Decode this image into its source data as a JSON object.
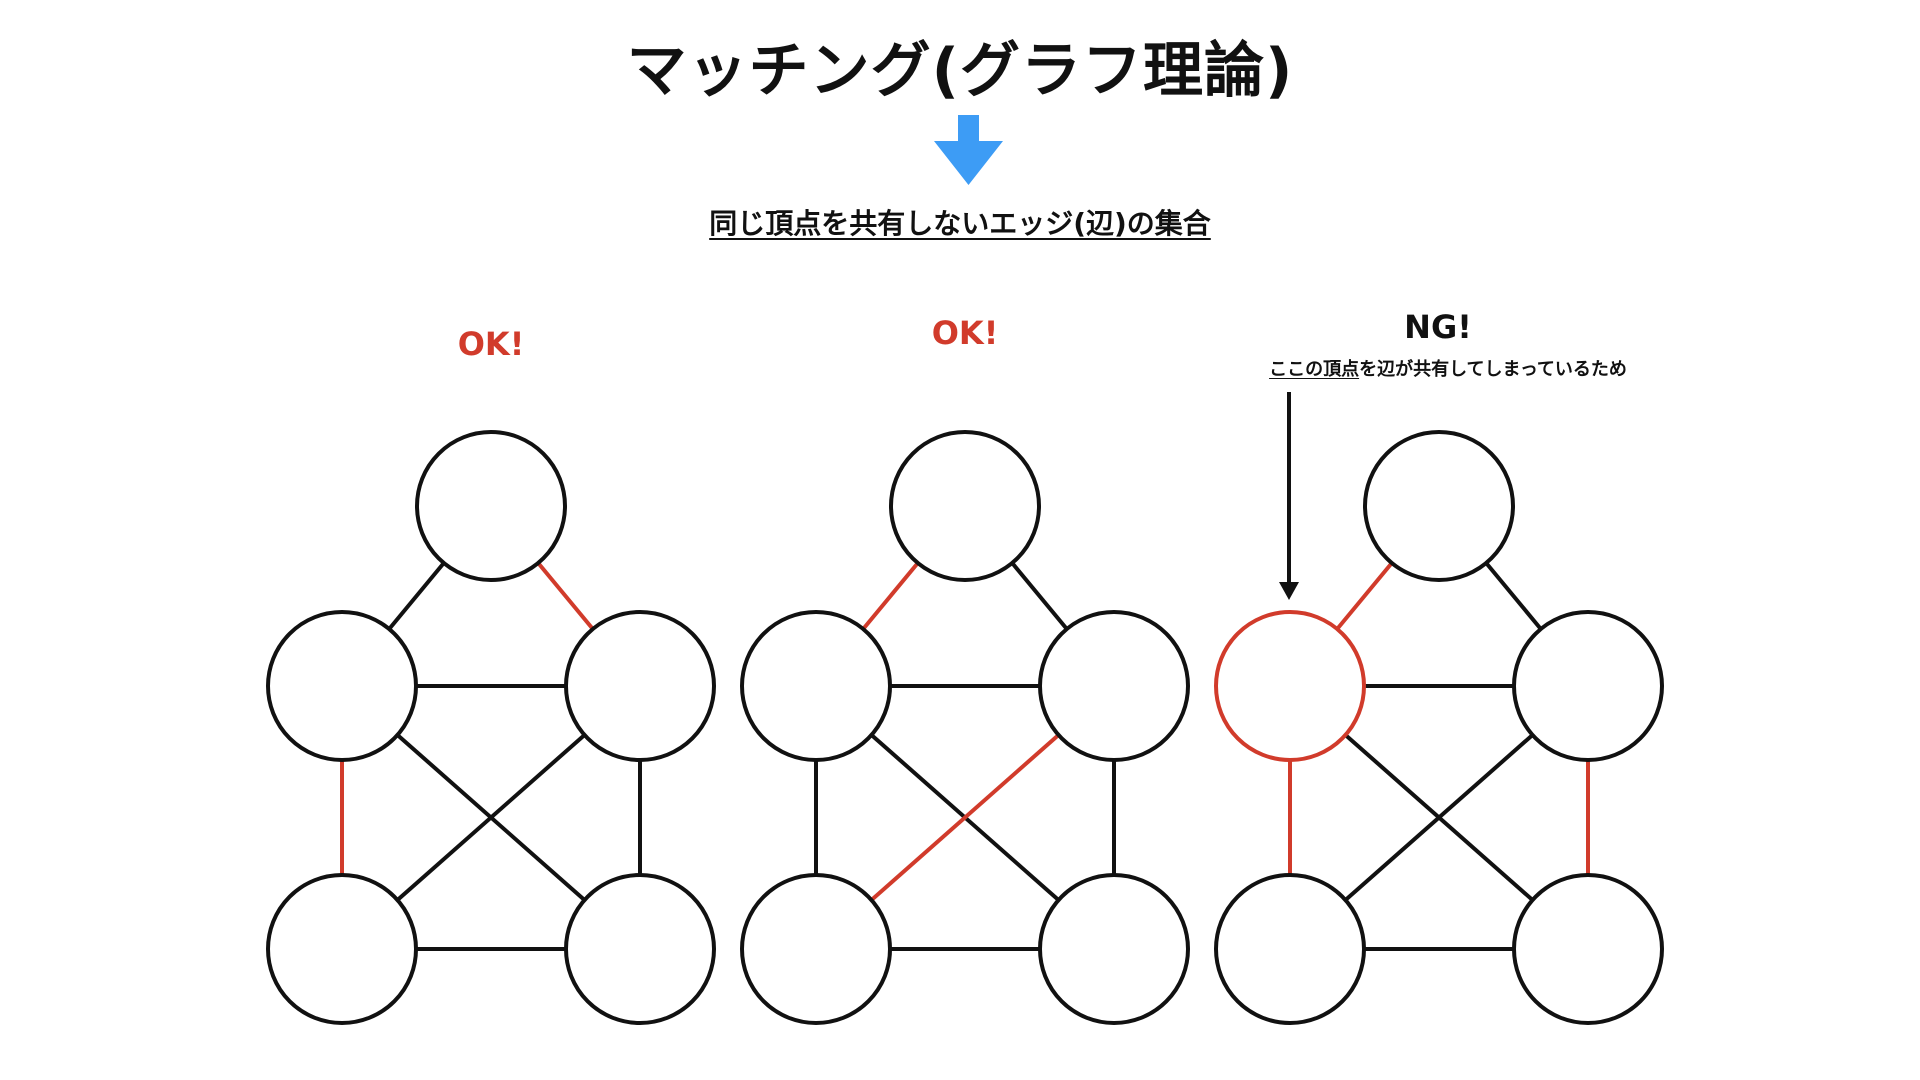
{
  "title": "マッチング(グラフ理論)",
  "subtitle": "同じ頂点を共有しないエッジ(辺)の集合",
  "colors": {
    "arrow": "#3d9cf5",
    "matching_edge": "#d13b2b",
    "edge": "#111111",
    "ok_label": "#d13b2b",
    "ng_label": "#111111"
  },
  "panels": [
    {
      "label": "OK!",
      "highlighted_node": null,
      "matching_edges": [
        [
          "top",
          "right"
        ],
        [
          "left",
          "bottomleft"
        ]
      ]
    },
    {
      "label": "OK!",
      "highlighted_node": null,
      "matching_edges": [
        [
          "top",
          "left"
        ],
        [
          "right",
          "bottomleft"
        ]
      ]
    },
    {
      "label": "NG!",
      "highlighted_node": "left",
      "matching_edges": [
        [
          "top",
          "left"
        ],
        [
          "left",
          "bottomleft"
        ],
        [
          "right",
          "bottomright"
        ]
      ]
    }
  ],
  "graph_edges": [
    [
      "top",
      "left"
    ],
    [
      "top",
      "right"
    ],
    [
      "left",
      "right"
    ],
    [
      "left",
      "bottomleft"
    ],
    [
      "right",
      "bottomright"
    ],
    [
      "left",
      "bottomright"
    ],
    [
      "right",
      "bottomleft"
    ],
    [
      "bottomleft",
      "bottomright"
    ]
  ],
  "ng_note": {
    "underlined": "ここの頂点",
    "rest": "を辺が共有してしまっているため"
  }
}
